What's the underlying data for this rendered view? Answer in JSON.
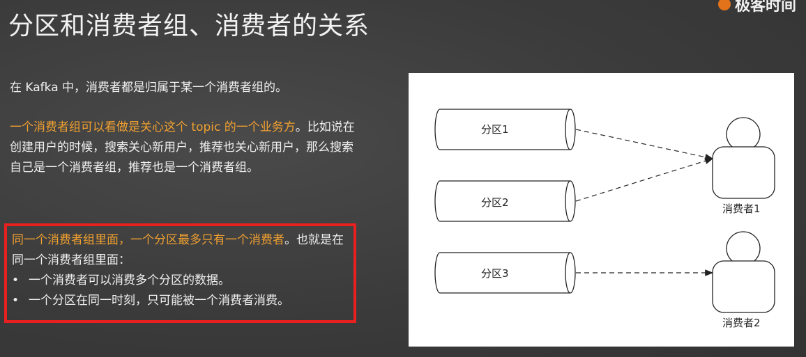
{
  "slide": {
    "title": "分区和消费者组、消费者的关系",
    "logo_text": "极客时间",
    "intro": "在 Kafka 中，消费者都是归属于某一个消费者组的。",
    "para2_highlight": "一个消费者组可以看做是关心这个 topic 的一个业务方",
    "para2_rest": "。比如说在创建用户的时候，搜索关心新用户，推荐也关心新用户，那么搜索自己是一个消费者组，推荐也是一个消费者组。",
    "box_highlight": "同一个消费者组里面，一个分区最多只有一个消费者",
    "box_rest": "。也就是在同一个消费者组里面：",
    "bullets": [
      "一个消费者可以消费多个分区的数据。",
      "一个分区在同一时刻，只可能被一个消费者消费。"
    ],
    "bullet_mark": "•",
    "highlight_color": "#f0a030",
    "box_border_color": "#e82020"
  },
  "diagram": {
    "partitions": [
      "分区1",
      "分区2",
      "分区3"
    ],
    "consumers": [
      "消费者1",
      "消费者2"
    ]
  }
}
